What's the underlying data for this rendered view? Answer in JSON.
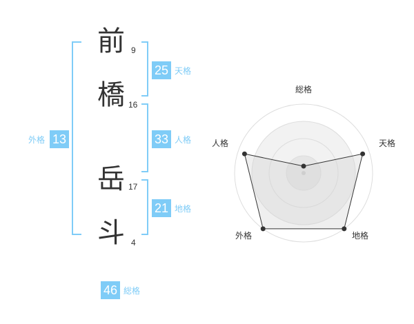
{
  "name_chars": [
    {
      "char": "前",
      "strokes": "9"
    },
    {
      "char": "橋",
      "strokes": "16"
    },
    {
      "char": "岳",
      "strokes": "17"
    },
    {
      "char": "斗",
      "strokes": "4"
    }
  ],
  "kaku": {
    "tenkaku": {
      "label": "天格",
      "value": "25"
    },
    "jinkaku": {
      "label": "人格",
      "value": "33"
    },
    "chikaku": {
      "label": "地格",
      "value": "21"
    },
    "gaikaku": {
      "label": "外格",
      "value": "13"
    },
    "soukaku": {
      "label": "総格",
      "value": "46"
    }
  },
  "colors": {
    "accent": "#7fccf7",
    "text": "#333333",
    "grid": "#dddddd"
  },
  "chart_data": {
    "type": "radar",
    "axes": [
      "総格",
      "天格",
      "地格",
      "外格",
      "人格"
    ],
    "values": [
      0.1,
      0.9,
      1.0,
      1.0,
      0.9
    ],
    "max": 1.0,
    "rings": 4
  }
}
